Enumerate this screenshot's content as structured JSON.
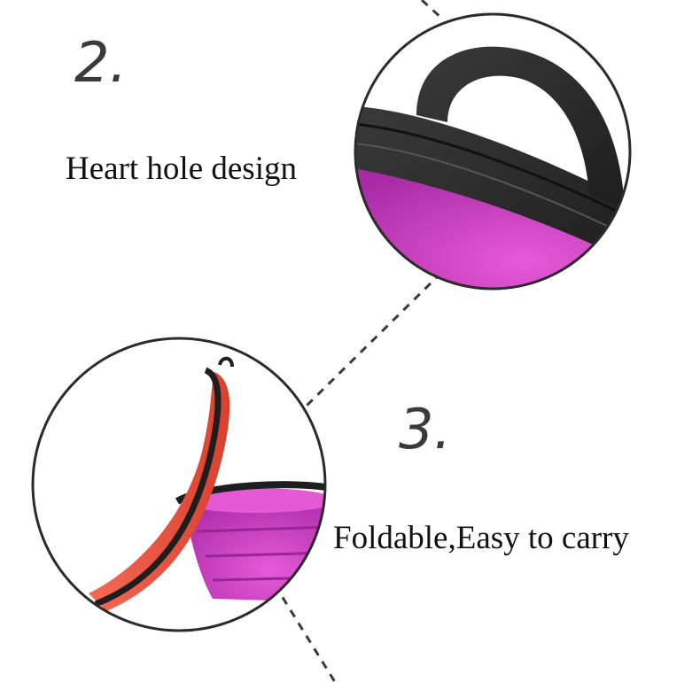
{
  "features": [
    {
      "number": "2.",
      "caption": "Heart hole design"
    },
    {
      "number": "3.",
      "caption": "Foldable,Easy to carry"
    }
  ],
  "colors": {
    "background": "#ffffff",
    "circle_border": "#2b2b2b",
    "dash_line": "#3a3a3a",
    "lid_black": "#2a2a2a",
    "bowl_magenta": "#c03ab8",
    "bowl_pink": "#e050d0",
    "lid_red": "#e8503f"
  },
  "icons": [
    "heart-hole-lid-photo",
    "collapsible-bowl-photo"
  ]
}
